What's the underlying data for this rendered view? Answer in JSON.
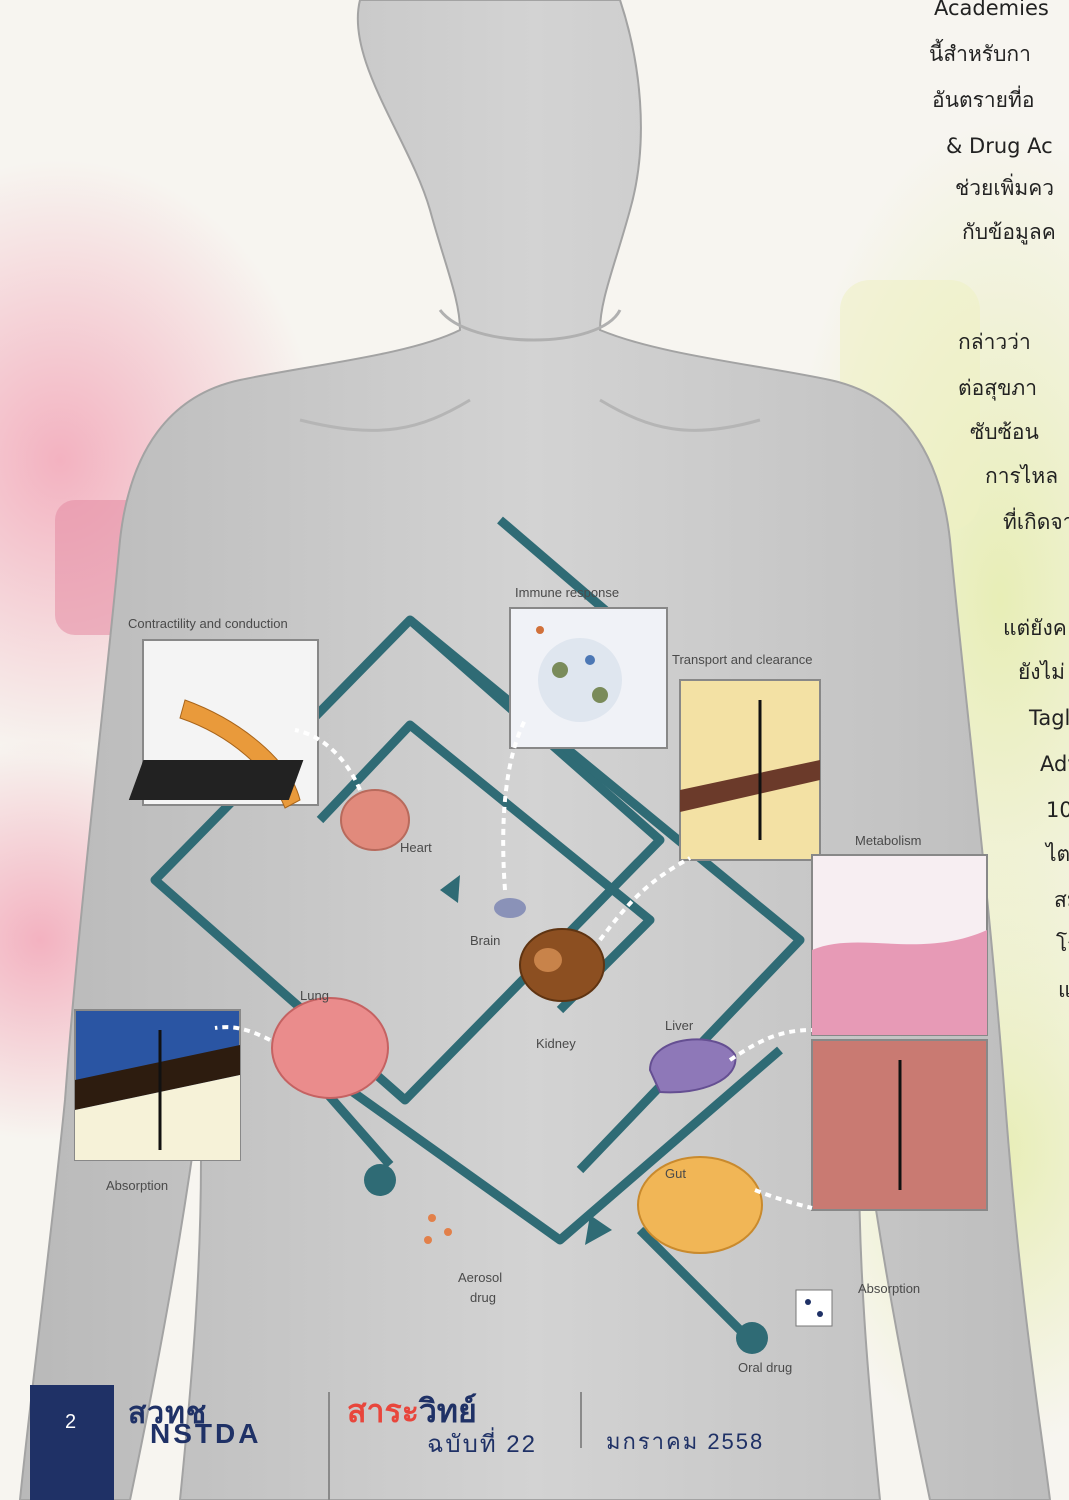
{
  "figure": {
    "labels": {
      "contractility": "Contractility and conduction",
      "immune": "Immune response",
      "transport": "Transport and clearance",
      "metabolism": "Metabolism",
      "heart": "Heart",
      "brain": "Brain",
      "lung": "Lung",
      "kidney": "Kidney",
      "liver": "Liver",
      "gut": "Gut",
      "absorption_left": "Absorption",
      "absorption_right": "Absorption",
      "aerosol": "Aerosol",
      "aerosol_drug": "drug",
      "oral_drug": "Oral drug"
    }
  },
  "text_column": {
    "lines": [
      "Academies",
      "นี้สำหรับกา",
      "อันตรายที่อ",
      "& Drug Ac",
      "ช่วยเพิ่มคว",
      "กับข้อมูลค",
      "กล่าวว่า",
      "ต่อสุขภา",
      "ซับซ้อน",
      "การไหล",
      "ที่เกิดจา",
      "แต่ยังค",
      "ยังไม่",
      "Tagle",
      "Adva",
      "10",
      "ไต",
      "สม",
      "โร",
      "แ"
    ]
  },
  "footer": {
    "page_number": "2",
    "brand_thai": "สวทช",
    "brand_en": "NSTDA",
    "magazine_title_red": "สาระ",
    "magazine_title_blue": "วิทย์",
    "issue_label": "ฉบับที่ 22",
    "date": "มกราคม 2558"
  },
  "colors": {
    "skin": "#c9c9c9",
    "pipe": "#2f6b75",
    "footer_blue": "#1f3166",
    "accent_red": "#e8463c"
  }
}
